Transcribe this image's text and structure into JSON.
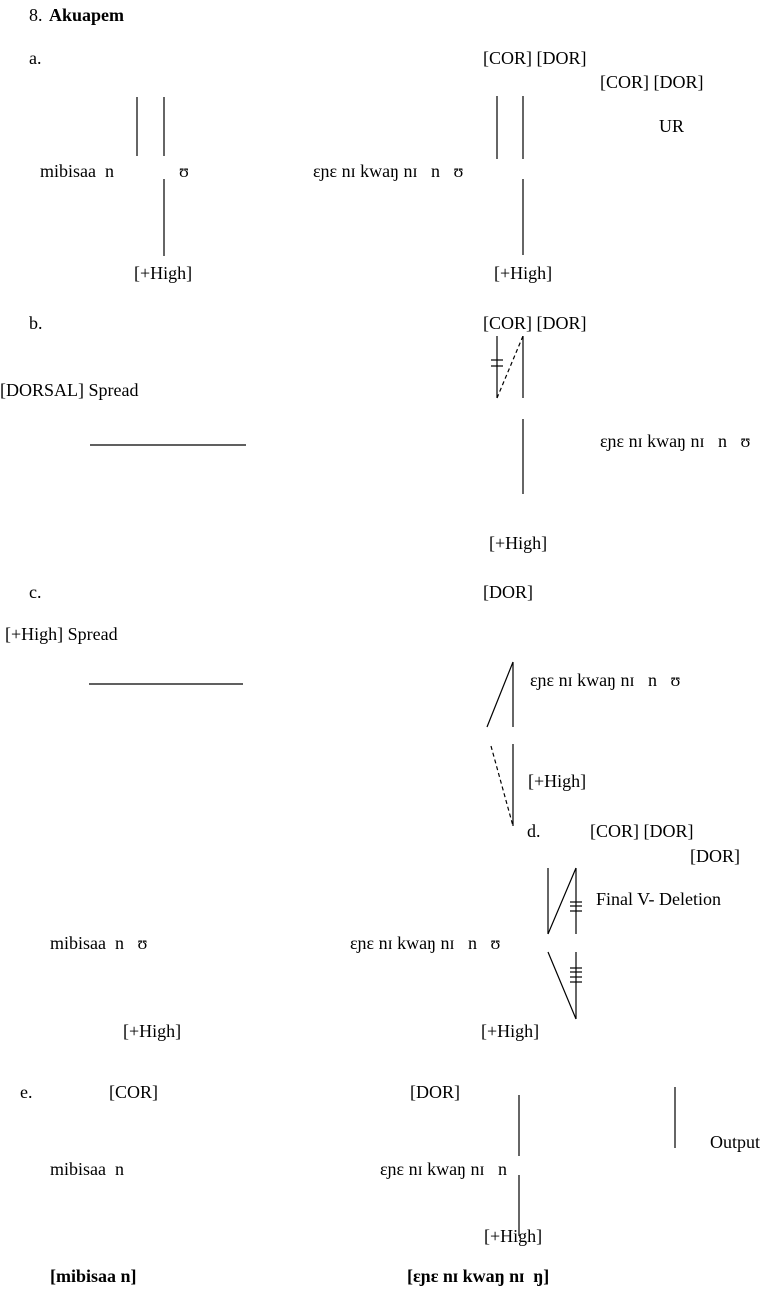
{
  "example_number": "8.",
  "title": "Akuapem",
  "a": {
    "label": "a.",
    "features1": "[COR] [DOR]",
    "features2": "[COR] [DOR]",
    "stage": "UR",
    "word1": "mibisaa  n",
    "word1_vowel": "ʊ",
    "word2": "ɛɲɛ nɪ kwaŋ nɪ   n   ʊ",
    "high1": "[+High]",
    "high2": "[+High]"
  },
  "b": {
    "label": "b.",
    "features": "[COR] [DOR]",
    "rule": "[DORSAL] Spread",
    "word": "ɛɲɛ nɪ kwaŋ nɪ   n   ʊ",
    "high": "[+High]"
  },
  "c": {
    "label": "c.",
    "features": "[DOR]",
    "rule": "[+High] Spread",
    "word": "ɛɲɛ nɪ kwaŋ nɪ   n   ʊ",
    "high": "[+High]"
  },
  "d": {
    "label": "d.",
    "features1": "[COR] [DOR]",
    "features2": "[DOR]",
    "rule": "Final V- Deletion",
    "word1": "mibisaa  n   ʊ",
    "word2": "ɛɲɛ nɪ kwaŋ nɪ   n   ʊ",
    "high1": "[+High]",
    "high2": "[+High]"
  },
  "e": {
    "label": "e.",
    "features1": "[COR]",
    "features2": "[DOR]",
    "stage": "Output",
    "word1": "mibisaa  n",
    "word2": "ɛɲɛ nɪ kwaŋ nɪ   n",
    "high": "[+High]",
    "output1": "[mibisaa n]",
    "output2": "[ɛɲɛ nɪ kwaŋ nɪ  ŋ]"
  }
}
